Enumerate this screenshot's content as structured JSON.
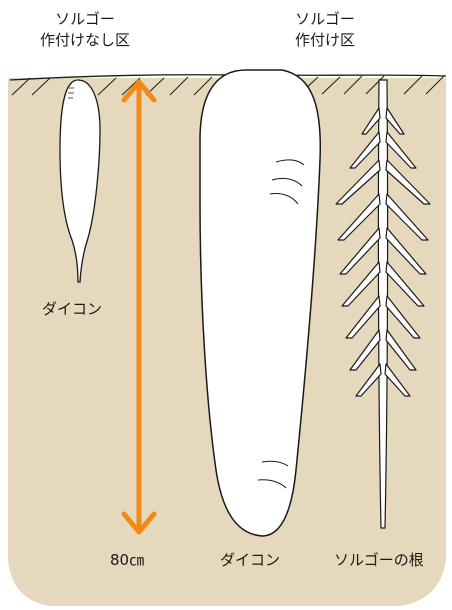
{
  "headers": {
    "left_line1": "ソルゴー",
    "left_line2": "作付けなし区",
    "right_line1": "ソルゴー",
    "right_line2": "作付け区"
  },
  "labels": {
    "small_daikon": "ダイコン",
    "large_daikon": "ダイコン",
    "sorghum_root": "ソルゴーの根",
    "depth": "80㎝"
  },
  "colors": {
    "soil": "#e6d8bc",
    "arrow": "#f28a18",
    "root": "#ffffff",
    "outline": "#1a1a1a"
  }
}
